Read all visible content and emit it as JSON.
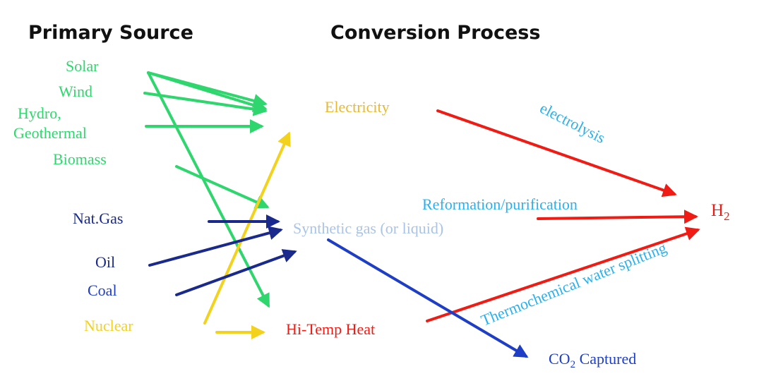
{
  "headers": {
    "primary_source": "Primary Source",
    "conversion_process": "Conversion  Process"
  },
  "sources": {
    "solar": "Solar",
    "wind": "Wind",
    "hydro_line1": "Hydro,",
    "hydro_line2": "Geothermal",
    "biomass": "Biomass",
    "natgas": "Nat.Gas",
    "oil": "Oil",
    "coal": "Coal",
    "nuclear": "Nuclear"
  },
  "carriers": {
    "electricity": "Electricity",
    "synthetic_gas": "Synthetic gas (or liquid)",
    "hi_temp_heat": "Hi-Temp Heat"
  },
  "processes": {
    "electrolysis": "electrolysis",
    "reformation": "Reformation/purification",
    "thermochemical": "Thermochemical water splitting"
  },
  "outputs": {
    "h2_base": "H",
    "h2_sub": "2",
    "co2_base": "CO",
    "co2_sub": "2",
    "co2_rest": " Captured"
  },
  "colors": {
    "renewable": "#2fd66e",
    "fossil": "#1a2a8c",
    "nuclear": "#f2d21c",
    "electricity_text": "#e8b92c",
    "synthetic_text": "#a9c4e6",
    "heat_and_h2": "#ee1c14",
    "process_text": "#2ab0ee",
    "co2": "#1f3ec6"
  }
}
